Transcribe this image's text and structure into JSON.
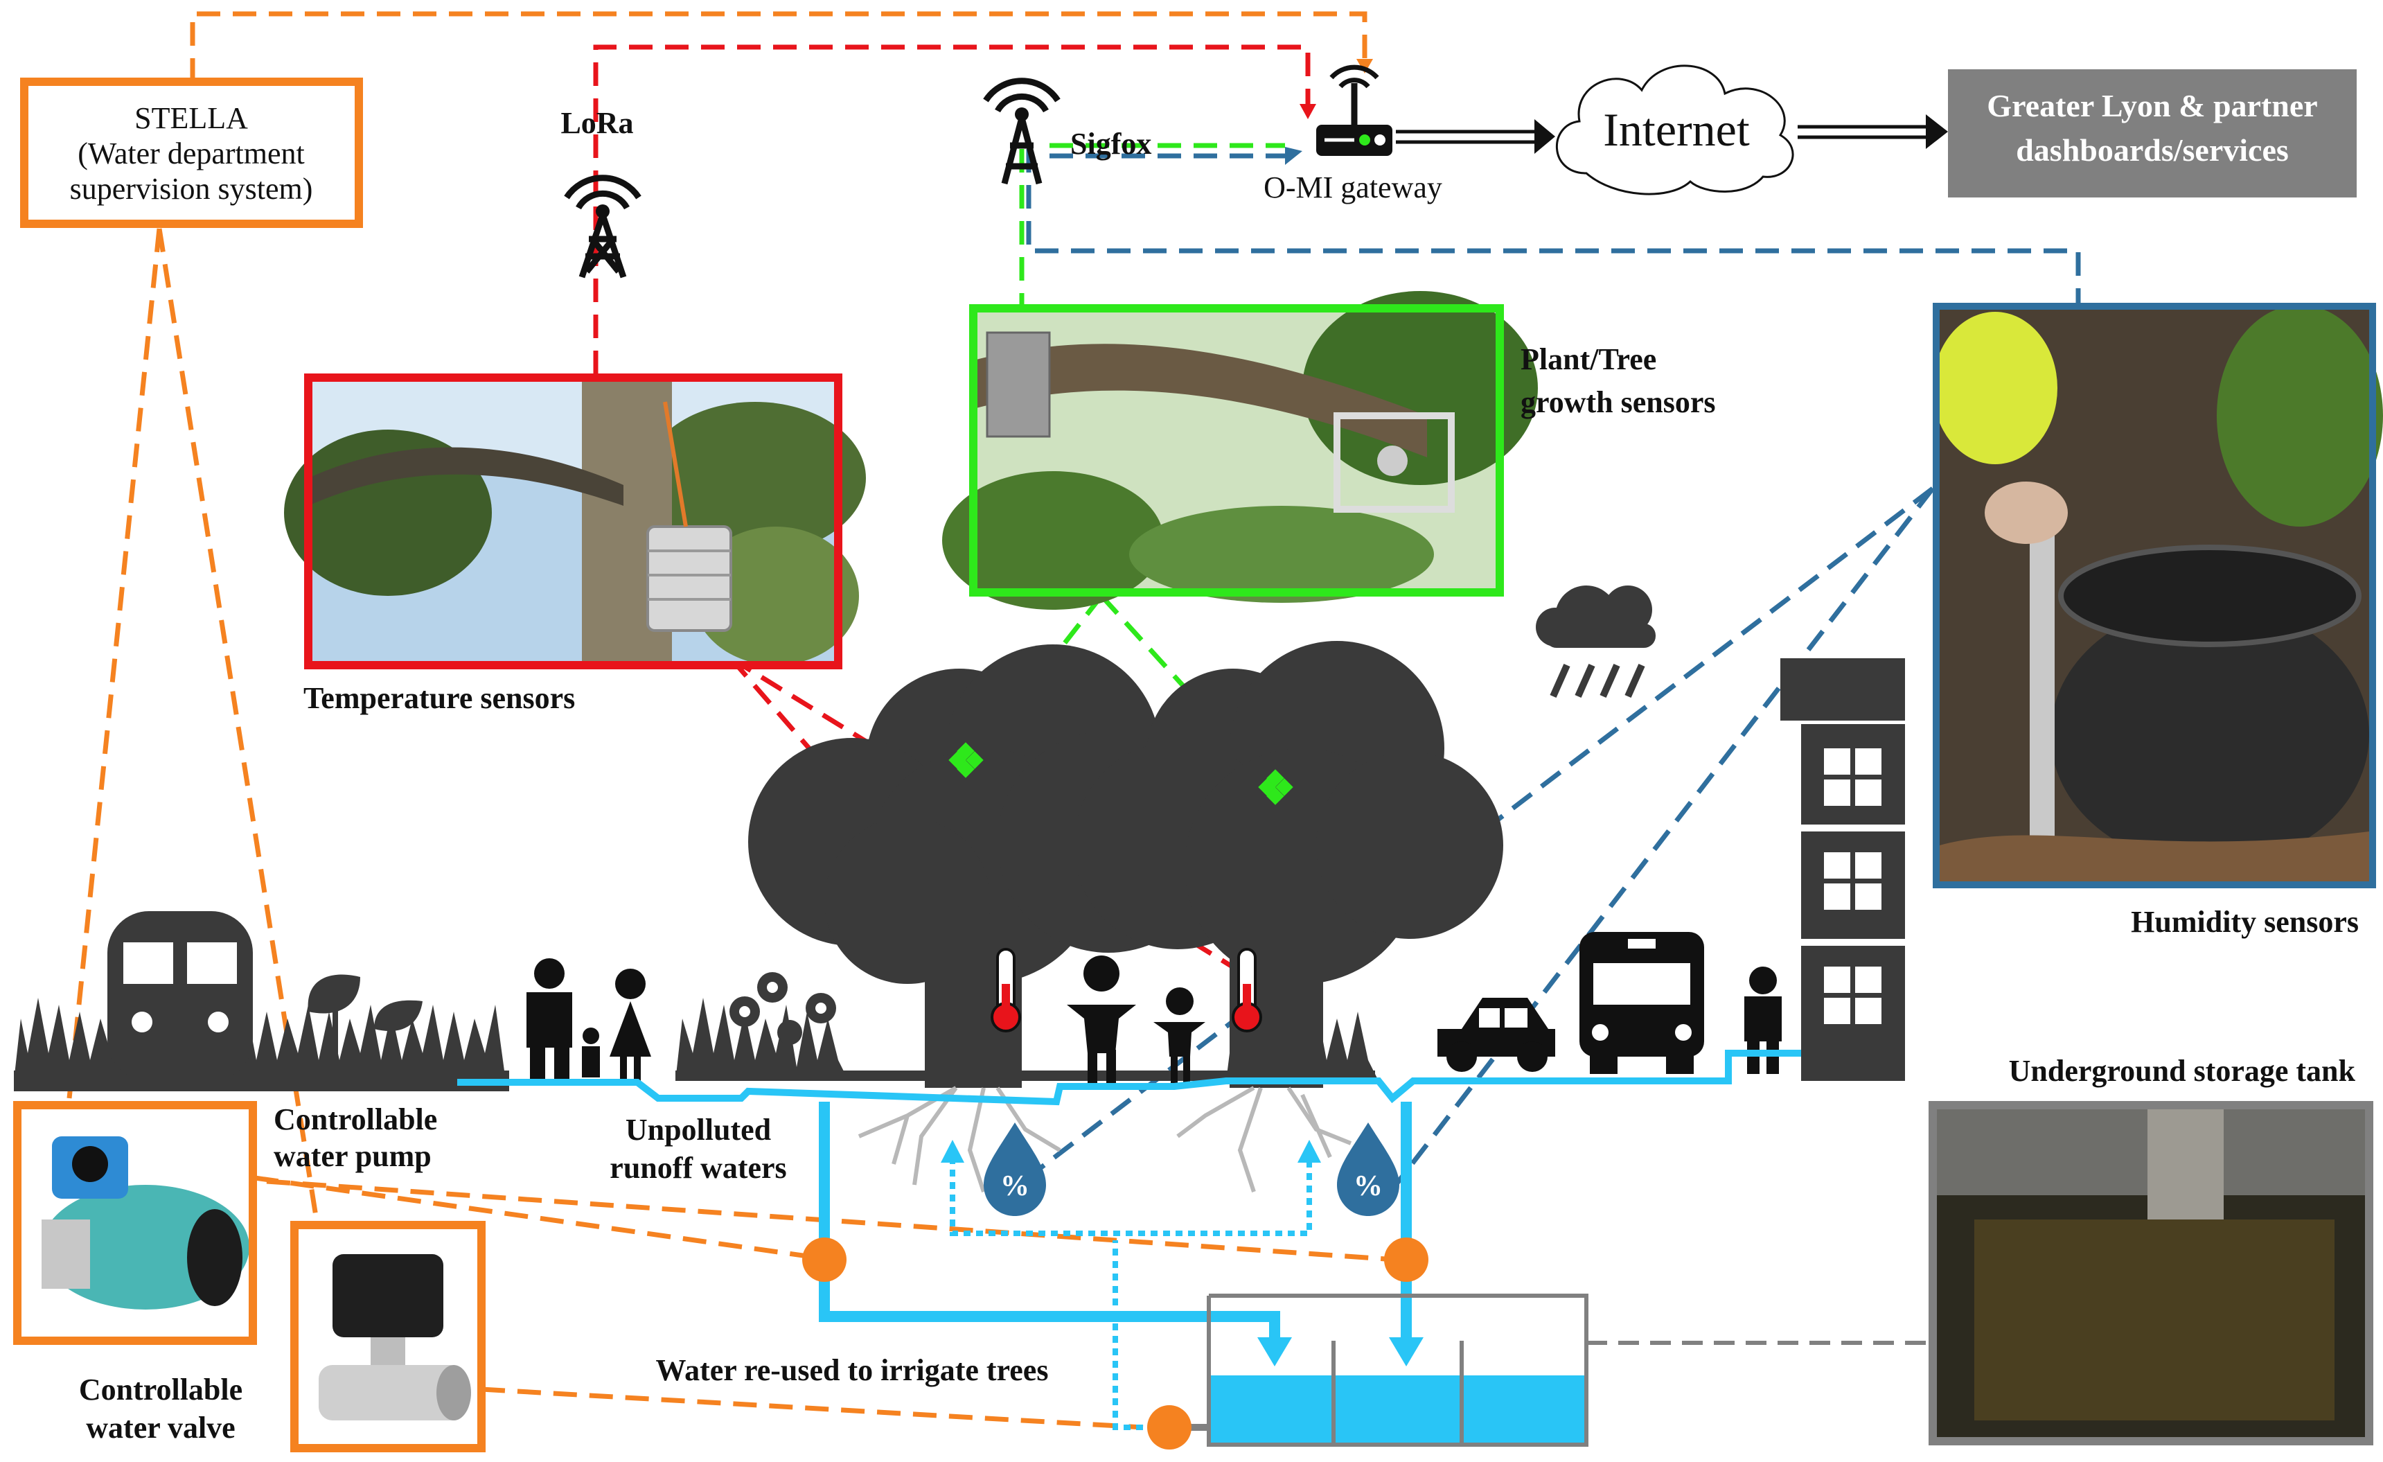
{
  "labels": {
    "stella_line1": "STELLA",
    "stella_line2": "(Water department",
    "stella_line3": "supervision system)",
    "lora": "LoRa",
    "sigfox": "Sigfox",
    "gateway": "O-MI gateway",
    "internet": "Internet",
    "dashboards_line1": "Greater Lyon & partner",
    "dashboards_line2": "dashboards/services",
    "plant_line1": "Plant/Tree",
    "plant_line2": "growth sensors",
    "temperature": "Temperature sensors",
    "humidity": "Humidity sensors",
    "storage_tank": "Underground storage tank",
    "pump_line1": "Controllable",
    "pump_line2": "water pump",
    "valve_line1": "Controllable",
    "valve_line2": "water valve",
    "runoff_line1": "Unpolluted",
    "runoff_line2": "runoff waters",
    "reuse": "Water re-used to irrigate trees",
    "humidity_symbol": "%"
  },
  "icons": {
    "antennas": [
      "lora-antenna-icon",
      "sigfox-antenna-icon",
      "router-icon"
    ],
    "rain": "rain-cloud-icon",
    "thermometer": "thermometer-icon",
    "drop": "water-drop-icon",
    "sensor": "sensor-diamond-icon"
  },
  "colors": {
    "orange": "#f58220",
    "red": "#e8141b",
    "green": "#2ee81b",
    "blue": "#2f6f9e",
    "water": "#29c5f6",
    "dark": "#3a3a3a",
    "gray_box": "#808080"
  }
}
